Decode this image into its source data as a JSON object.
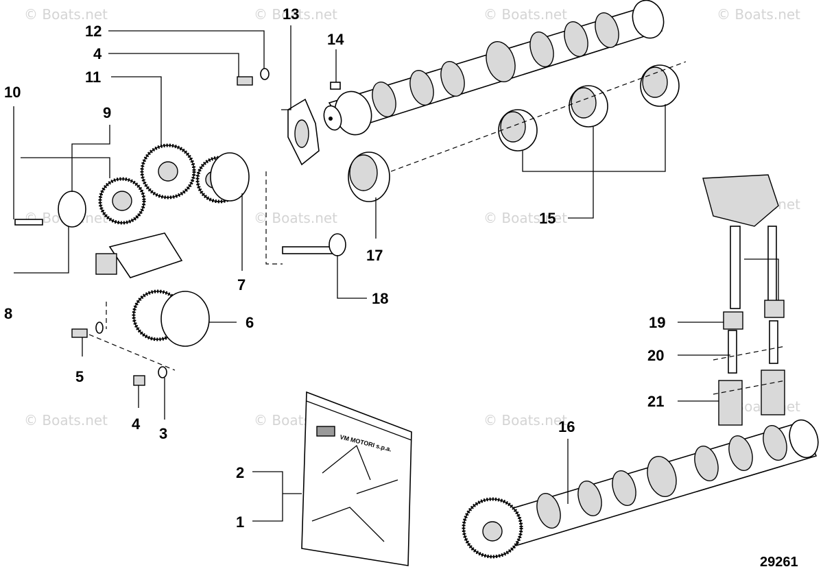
{
  "watermark": "© Boats.net",
  "figure_number": "29261",
  "bag_label": "VM MOTORI s.p.a.",
  "callouts": {
    "c1": "1",
    "c2": "2",
    "c3": "3",
    "c4a": "4",
    "c4b": "4",
    "c5": "5",
    "c6": "6",
    "c7": "7",
    "c8": "8",
    "c9": "9",
    "c10": "10",
    "c11": "11",
    "c12": "12",
    "c13": "13",
    "c14": "14",
    "c15": "15",
    "c16": "16",
    "c17": "17",
    "c18": "18",
    "c19": "19",
    "c20": "20",
    "c21": "21"
  }
}
